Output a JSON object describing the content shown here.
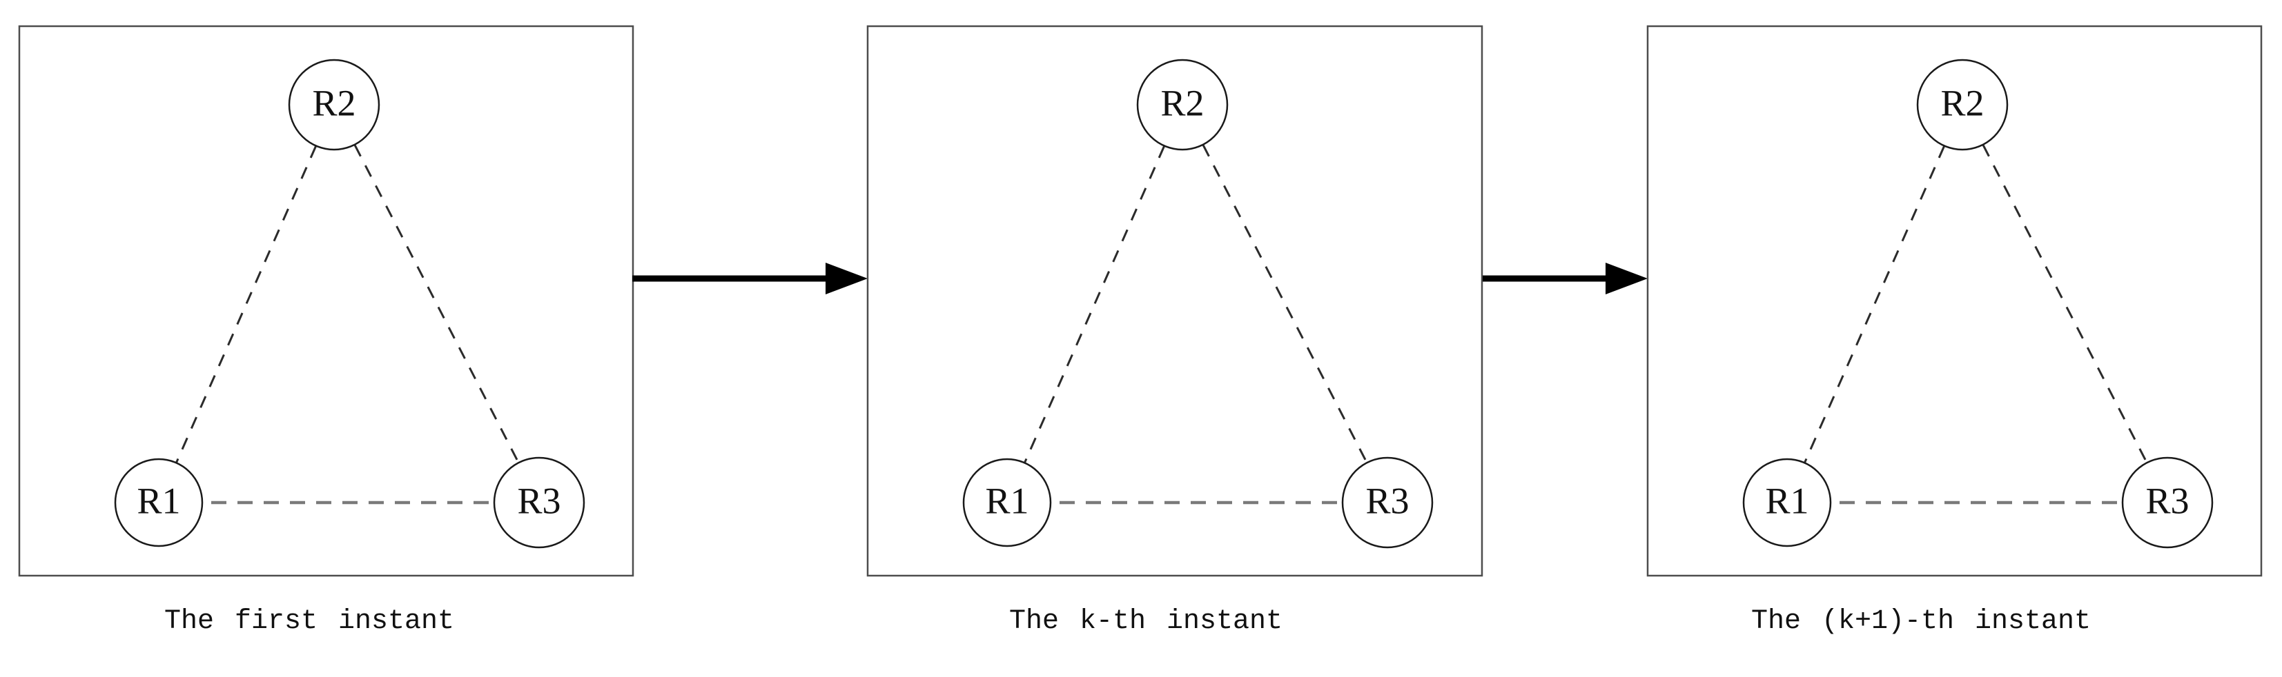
{
  "figure": {
    "description": "Three-instant evolution of a dashed triangle graph over nodes R1, R2, R3",
    "panels": [
      {
        "caption": "The first instant",
        "nodes": [
          {
            "label": "R1"
          },
          {
            "label": "R2"
          },
          {
            "label": "R3"
          }
        ],
        "edges": [
          [
            "R1",
            "R2"
          ],
          [
            "R2",
            "R3"
          ],
          [
            "R1",
            "R3"
          ]
        ],
        "edge_style": "dashed"
      },
      {
        "caption": "The k-th instant",
        "nodes": [
          {
            "label": "R1"
          },
          {
            "label": "R2"
          },
          {
            "label": "R3"
          }
        ],
        "edges": [
          [
            "R1",
            "R2"
          ],
          [
            "R2",
            "R3"
          ],
          [
            "R1",
            "R3"
          ]
        ],
        "edge_style": "dashed"
      },
      {
        "caption": "The (k+1)-th instant",
        "nodes": [
          {
            "label": "R1"
          },
          {
            "label": "R2"
          },
          {
            "label": "R3"
          }
        ],
        "edges": [
          [
            "R1",
            "R2"
          ],
          [
            "R2",
            "R3"
          ],
          [
            "R1",
            "R3"
          ]
        ],
        "edge_style": "dashed"
      }
    ],
    "connectors": [
      {
        "from_panel": 0,
        "to_panel": 1,
        "type": "solid-arrow-right"
      },
      {
        "from_panel": 1,
        "to_panel": 2,
        "type": "solid-arrow-right"
      }
    ],
    "colors": {
      "background": "#ffffff",
      "box_border": "#4d4d4d",
      "circle_stroke": "#1a1a1a",
      "circle_fill": "#ffffff",
      "diagonal_edge": "#2b2b2b",
      "horizontal_edge": "#7a7a7a",
      "arrow": "#000000",
      "text": "#111111"
    }
  }
}
